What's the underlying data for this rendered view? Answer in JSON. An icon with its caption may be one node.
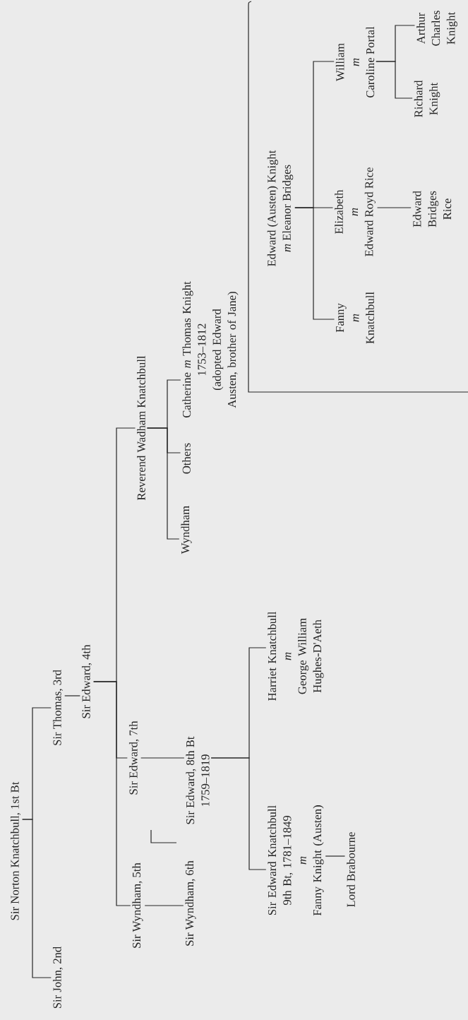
{
  "diagram": {
    "nodes": [
      {
        "text": [
          "Sir Norton Knatchbull, 1st Bt"
        ]
      },
      {
        "text": [
          "Sir John, 2nd"
        ]
      },
      {
        "text": [
          "Sir Thomas, 3rd"
        ]
      },
      {
        "text": [
          "Sir Edward, 4th"
        ]
      },
      {
        "text": [
          "Sir Wyndham, 5th"
        ]
      },
      {
        "text": [
          "Sir Edward, 7th"
        ]
      },
      {
        "text": [
          "Reverend Wadham Knatchbull"
        ]
      },
      {
        "text": [
          "Sir Wyndham, 6th"
        ]
      },
      {
        "text": [
          "Sir Edward, 8th Bt",
          "1759–1819"
        ]
      },
      {
        "text": [
          "Wyndham"
        ]
      },
      {
        "text": [
          "Others"
        ]
      },
      {
        "text": [
          "Catherine *m* Thomas Knight",
          "1753–1812",
          "(adopted Edward Austen, brother of Jane)"
        ]
      },
      {
        "text": [
          "Sir Edward Knatchbull 9th Bt, 1781–1849",
          "m",
          "Fanny Knight (Austen)"
        ]
      },
      {
        "text": [
          "Harriet Knatchbull",
          "m",
          "George William Hughes-D'Aeth"
        ]
      },
      {
        "text": [
          "Lord Brabourne"
        ]
      },
      {
        "text": [
          "Edward (Austen) Knight",
          "*m* Eleanor Bridges"
        ]
      },
      {
        "text": [
          "Fanny",
          "m",
          "Knatchbull"
        ]
      },
      {
        "text": [
          "Elizabeth",
          "m",
          "Edward Royd Rice"
        ]
      },
      {
        "text": [
          "William",
          "m",
          "Caroline Portal"
        ]
      },
      {
        "text": [
          "Edward Bridges Rice"
        ]
      },
      {
        "text": [
          "Richard Knight"
        ]
      },
      {
        "text": [
          "Arthur Charles Knight"
        ]
      }
    ],
    "edges": [
      {
        "from": 0,
        "to": 1,
        "arrow": "none"
      },
      {
        "from": 0,
        "to": 2,
        "arrow": "none"
      },
      {
        "from": 2,
        "to": 3,
        "arrow": "none"
      },
      {
        "from": 3,
        "to": 4,
        "arrow": "none"
      },
      {
        "from": 3,
        "to": 5,
        "arrow": "none"
      },
      {
        "from": 3,
        "to": 6,
        "arrow": "none"
      },
      {
        "from": 4,
        "to": 7,
        "arrow": "none"
      },
      {
        "from": 5,
        "to": 8,
        "arrow": "none"
      },
      {
        "from": 6,
        "to": 9,
        "arrow": "none"
      },
      {
        "from": 6,
        "to": 10,
        "arrow": "none"
      },
      {
        "from": 6,
        "to": 11,
        "arrow": "none"
      },
      {
        "from": 8,
        "to": 12,
        "arrow": "none"
      },
      {
        "from": 8,
        "to": 13,
        "arrow": "none"
      },
      {
        "from": 12,
        "to": 14,
        "arrow": "none"
      },
      {
        "from": 15,
        "to": 16,
        "arrow": "none"
      },
      {
        "from": 15,
        "to": 17,
        "arrow": "none"
      },
      {
        "from": 15,
        "to": 18,
        "arrow": "none"
      },
      {
        "from": 17,
        "to": 19,
        "arrow": "none"
      },
      {
        "from": 18,
        "to": 20,
        "arrow": "none"
      },
      {
        "from": 18,
        "to": 21,
        "arrow": "none"
      }
    ]
  }
}
